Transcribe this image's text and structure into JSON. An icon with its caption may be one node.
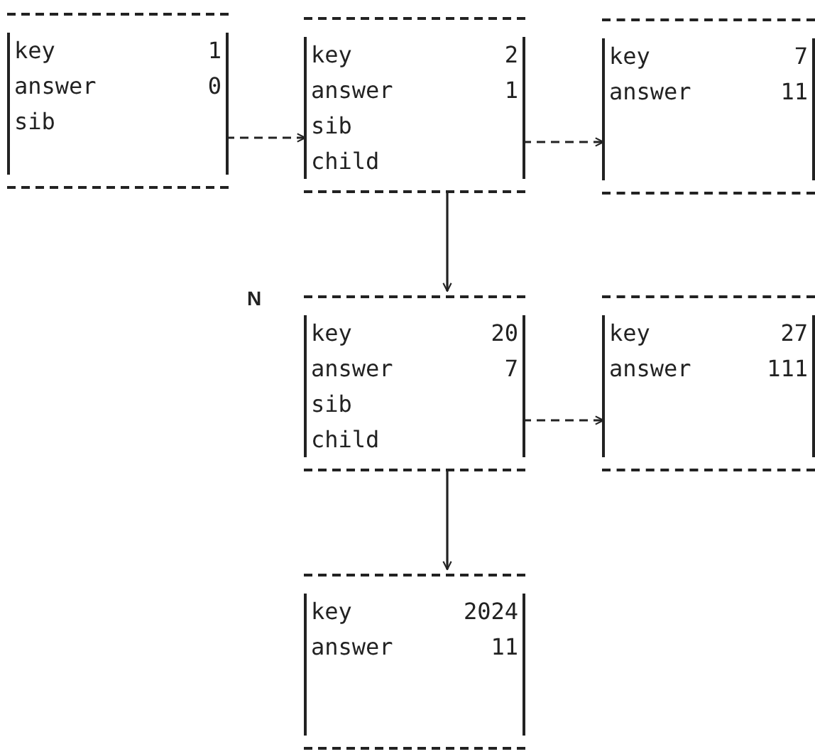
{
  "diagram": {
    "nodes": [
      {
        "text": [
          "key",
          "1",
          "answer",
          "0",
          "sib"
        ]
      },
      {
        "text": [
          "key",
          "2",
          "answer",
          "1",
          "sib",
          "child"
        ]
      },
      {
        "text": [
          "key",
          "7",
          "answer",
          "11"
        ]
      },
      {
        "text": [
          "key",
          "20",
          "answer",
          "7",
          "sib",
          "child"
        ],
        "beside": [
          "N"
        ]
      },
      {
        "text": [
          "key",
          "27",
          "answer",
          "111"
        ]
      },
      {
        "text": [
          "key",
          "2024",
          "answer",
          "11"
        ]
      }
    ],
    "edges": [
      {
        "from": 0,
        "to": 1,
        "arrow": "to",
        "style": "dashed"
      },
      {
        "from": 1,
        "to": 2,
        "arrow": "to",
        "style": "dashed"
      },
      {
        "from": 1,
        "to": 3,
        "arrow": "to"
      },
      {
        "from": 3,
        "to": 4,
        "arrow": "to",
        "style": "dashed"
      },
      {
        "from": 3,
        "to": 5,
        "arrow": "to"
      }
    ]
  }
}
